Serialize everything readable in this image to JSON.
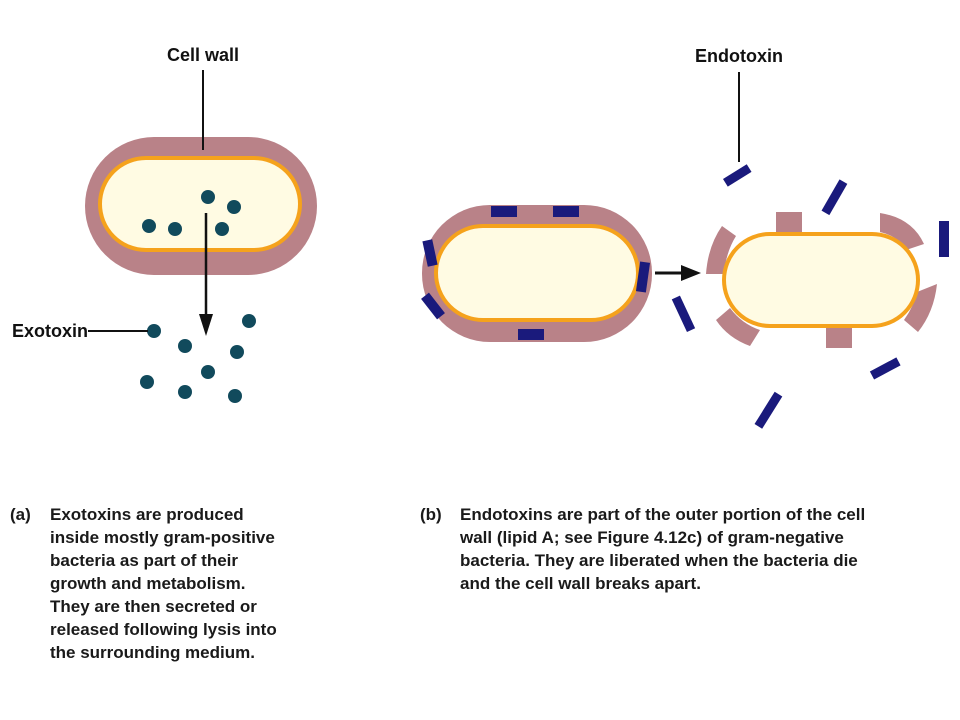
{
  "colors": {
    "wall": "#b98288",
    "membrane": "#f5a21c",
    "cytoplasm": "#fffbe3",
    "exotoxin": "#114a5c",
    "endotoxin": "#1a1a7c",
    "line": "#111111"
  },
  "labels": {
    "cell_wall": "Cell wall",
    "exotoxin": "Exotoxin",
    "endotoxin": "Endotoxin"
  },
  "caption_a": {
    "tag": "(a)",
    "lead": "Exotoxins",
    "line1_rest": " are produced",
    "lines": [
      "inside mostly gram-positive",
      "bacteria as part of their",
      "growth and metabolism.",
      "They are then secreted or",
      "released following lysis into",
      "the surrounding medium."
    ]
  },
  "caption_b": {
    "tag": "(b)",
    "lead": "Endotoxins",
    "line1_rest": " are part of the outer portion of the cell",
    "lines": [
      "wall (lipid A; see Figure 4.12c) of gram-negative",
      "bacteria.  They are liberated when the bacteria die",
      "and the cell wall breaks apart."
    ]
  }
}
